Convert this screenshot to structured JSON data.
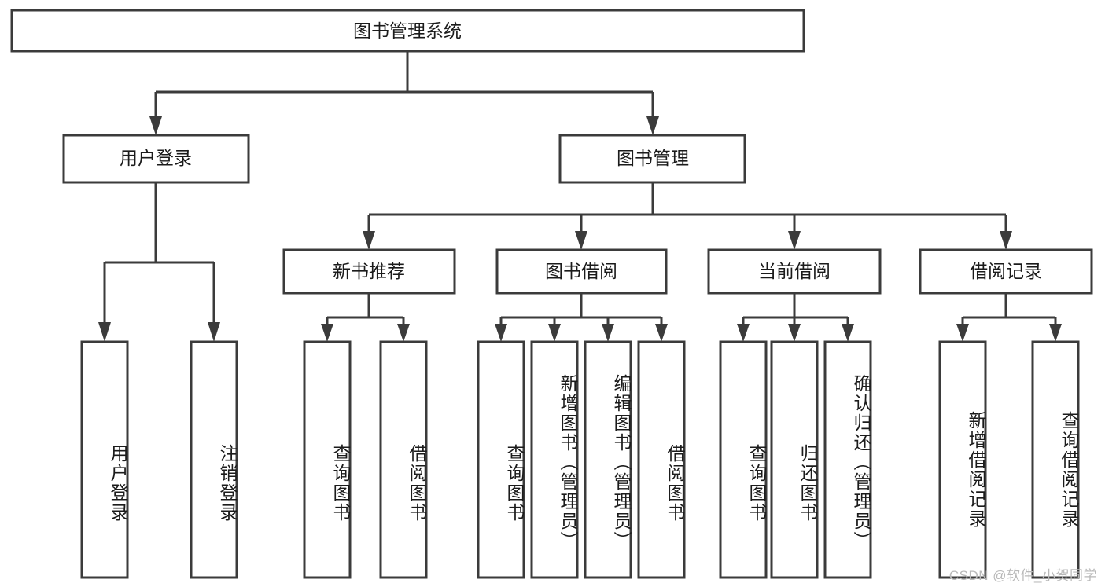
{
  "diagram": {
    "type": "hierarchy-tree",
    "title": "图书管理系统",
    "colors": {
      "box_fill": "#ffffff",
      "box_stroke": "#3b3b3b",
      "text": "#1b1b1b",
      "background": "#ffffff",
      "watermark": "#b9b9b9"
    },
    "levels": {
      "root": {
        "label": "图书管理系统"
      },
      "level2": [
        {
          "label": "用户登录"
        },
        {
          "label": "图书管理"
        }
      ],
      "level3": [
        {
          "label": "新书推荐"
        },
        {
          "label": "图书借阅"
        },
        {
          "label": "当前借阅"
        },
        {
          "label": "借阅记录"
        }
      ],
      "leaves": [
        {
          "label": "用户登录",
          "parent": "用户登录"
        },
        {
          "label": "注销登录",
          "parent": "用户登录"
        },
        {
          "label": "查询图书",
          "parent": "新书推荐"
        },
        {
          "label": "借阅图书",
          "parent": "新书推荐"
        },
        {
          "label": "查询图书",
          "parent": "图书借阅"
        },
        {
          "label": "新增图书（管理员）",
          "parent": "图书借阅"
        },
        {
          "label": "编辑图书（管理员）",
          "parent": "图书借阅"
        },
        {
          "label": "借阅图书",
          "parent": "图书借阅"
        },
        {
          "label": "查询图书",
          "parent": "当前借阅"
        },
        {
          "label": "归还图书",
          "parent": "当前借阅"
        },
        {
          "label": "确认归还（管理员）",
          "parent": "当前借阅"
        },
        {
          "label": "新增借阅记录",
          "parent": "借阅记录"
        },
        {
          "label": "查询借阅记录",
          "parent": "借阅记录"
        }
      ]
    },
    "watermark": "CSDN @软件_小贺同学"
  }
}
